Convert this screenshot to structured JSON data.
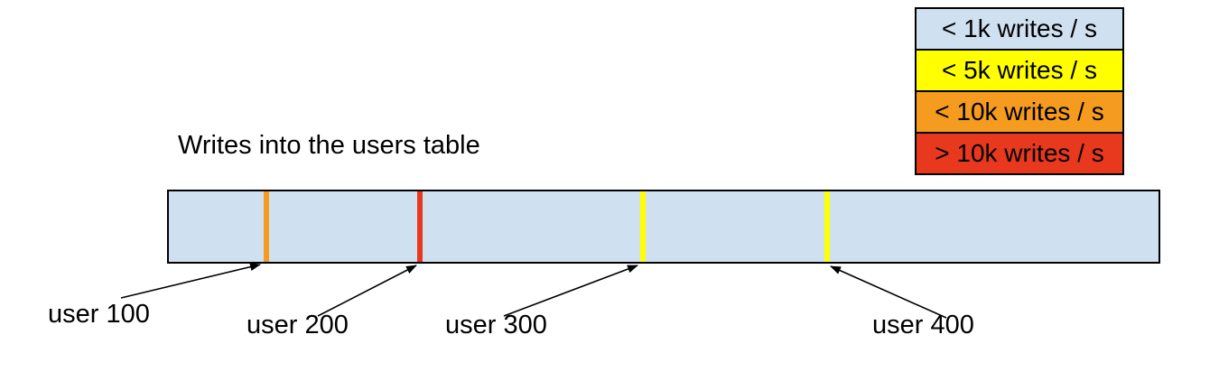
{
  "title": "Writes into the users table",
  "legend": {
    "items": [
      {
        "label": "< 1k writes / s",
        "color": "#cfe0f1"
      },
      {
        "label": "< 5k writes / s",
        "color": "#ffff00"
      },
      {
        "label": "< 10k writes / s",
        "color": "#f49b20"
      },
      {
        "label": "> 10k writes / s",
        "color": "#e8391f"
      }
    ]
  },
  "bar": {
    "fill_color": "#cfe0f1",
    "outline_color": "#000000",
    "markers": [
      {
        "label": "user 100",
        "stripe_color": "#f49b20",
        "write_rate": "< 10k writes / s"
      },
      {
        "label": "user 200",
        "stripe_color": "#e8391f",
        "write_rate": "> 10k writes / s"
      },
      {
        "label": "user 300",
        "stripe_color": "#ffff00",
        "write_rate": "< 5k writes / s"
      },
      {
        "label": "user 400",
        "stripe_color": "#ffff00",
        "write_rate": "< 5k writes / s"
      }
    ]
  }
}
